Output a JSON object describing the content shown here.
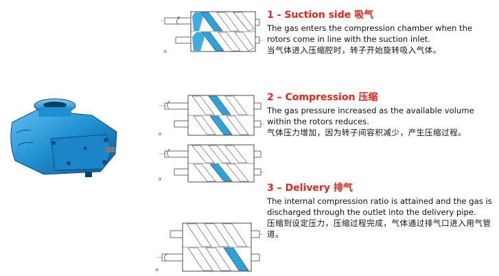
{
  "colors": {
    "heading": "#e5261f",
    "text": "#111111",
    "rotor_fill": "#2aa3dc",
    "pump_body": "#1f8fd0"
  },
  "figures": [
    {
      "index": "①"
    },
    {
      "index": "②"
    },
    {
      "index": "③"
    },
    {
      "index": "④"
    }
  ],
  "steps": [
    {
      "heading": "1 - Suction side 吸气",
      "english": "The gas enters the compression chamber when the rotors come in line with the suction inlet.",
      "chinese": "当气体进入压缩腔时，转子开始旋转吸入气体。"
    },
    {
      "heading": "2 – Compression 压缩",
      "english": "The gas pressure increased as the available volume within the rotors reduces.",
      "chinese": "气体压力增加，因为转子间容积减少，产生压缩过程。"
    },
    {
      "heading": "3 – Delivery 排气",
      "english": "The internal compression ratio is attained and the gas is discharged through the outlet into the delivery pipe.",
      "chinese": "压缩到设定压力，压缩过程完成，气体通过排气口进入用气管道。"
    }
  ],
  "pump_image": {
    "icon": "screw-compressor-photo"
  }
}
